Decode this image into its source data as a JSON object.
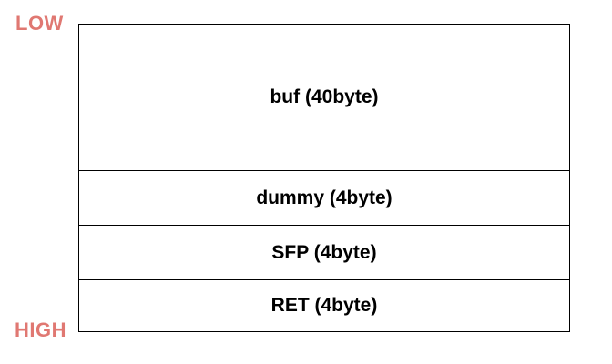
{
  "address_labels": {
    "low": "LOW",
    "high": "HIGH",
    "color": "#e07872"
  },
  "stack": {
    "segments": [
      {
        "label": "buf (40byte)"
      },
      {
        "label": "dummy (4byte)"
      },
      {
        "label": "SFP (4byte)"
      },
      {
        "label": "RET (4byte)"
      }
    ]
  }
}
